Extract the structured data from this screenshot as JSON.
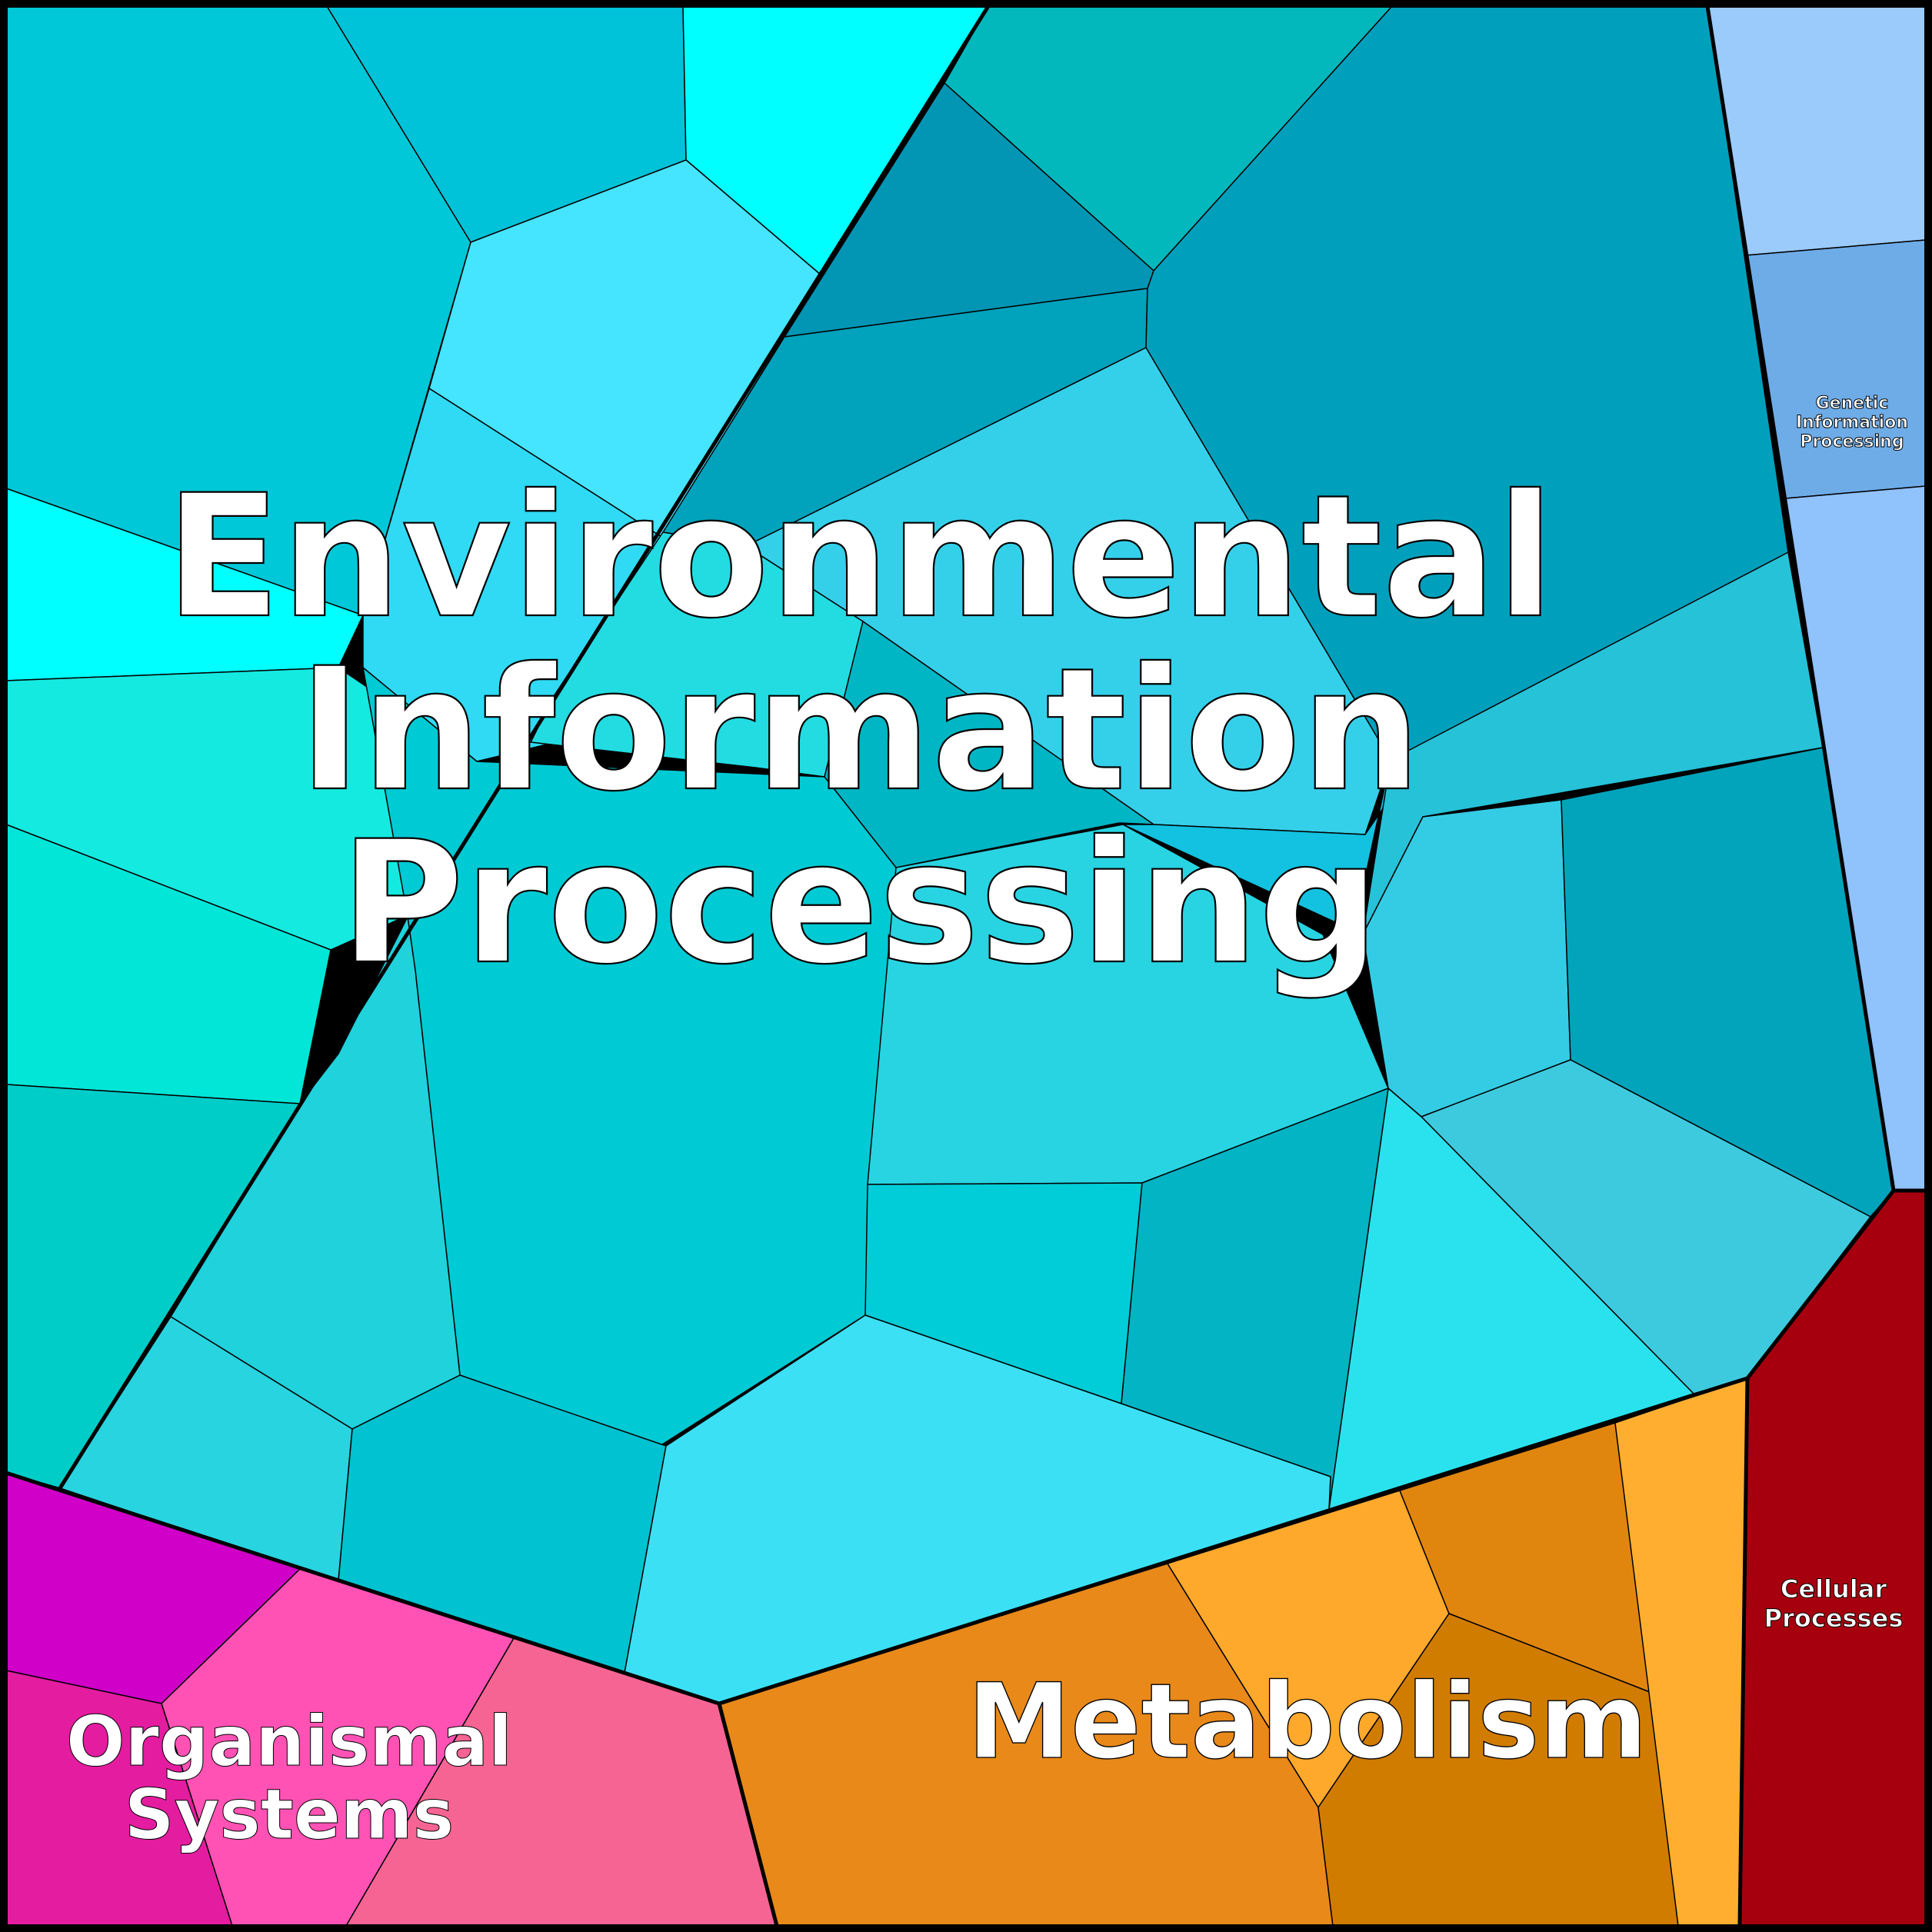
{
  "chart_data": {
    "type": "voronoi-treemap",
    "groups": [
      {
        "name": "Environmental Information Processing",
        "label_lines": [
          "Environmental",
          "Information",
          "Processing"
        ],
        "color": "#00c4d6"
      },
      {
        "name": "Genetic Information Processing",
        "label_lines": [
          "Genetic",
          "Information",
          "Processing"
        ],
        "color": "#8fc3fa"
      },
      {
        "name": "Cellular Processes",
        "label_lines": [
          "Cellular",
          "Processes"
        ],
        "color": "#a6000f"
      },
      {
        "name": "Metabolism",
        "label_lines": [
          "Metabolism"
        ],
        "color": "#e8891a"
      },
      {
        "name": "Organismal Systems",
        "label_lines": [
          "Organismal",
          "Systems"
        ],
        "color": "#ff52b4"
      }
    ]
  }
}
